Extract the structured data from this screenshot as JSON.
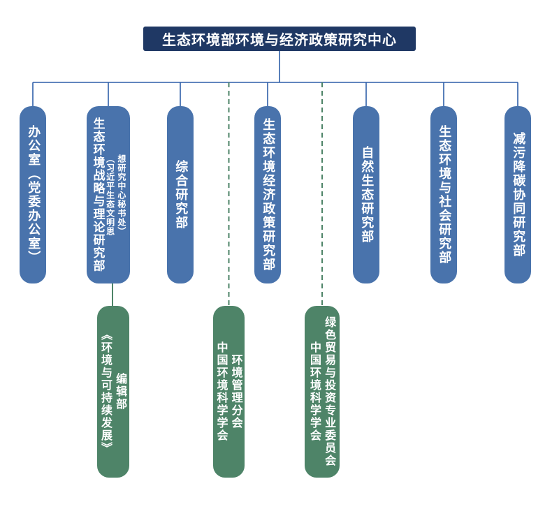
{
  "header": {
    "title": "生态环境部环境与经济政策研究中心"
  },
  "departments": [
    {
      "label": "办公室（党委办公室）"
    },
    {
      "label": "生态环境战略与理论研究部",
      "sublabel_lines": [
        "（习近平生态文明思",
        "想研究中心秘书处）"
      ]
    },
    {
      "label": "综合研究部"
    },
    {
      "label": "生态环境经济政策研究部"
    },
    {
      "label": "自然生态研究部"
    },
    {
      "label": "生态环境与社会研究部"
    },
    {
      "label": "减污降碳协同研究部"
    }
  ],
  "affiliates": [
    {
      "lines": [
        "《环境与可持续发展》",
        "编辑部"
      ]
    },
    {
      "lines": [
        "中国环境科学学会",
        "环境管理分会"
      ]
    },
    {
      "lines": [
        "中国环境科学学会",
        "绿色贸易与投资专业委员会"
      ]
    }
  ],
  "colors": {
    "header_bg": "#1f3864",
    "department_bg": "#4973ac",
    "affiliate_bg": "#4e8468",
    "connector": "#2e5fa8"
  }
}
